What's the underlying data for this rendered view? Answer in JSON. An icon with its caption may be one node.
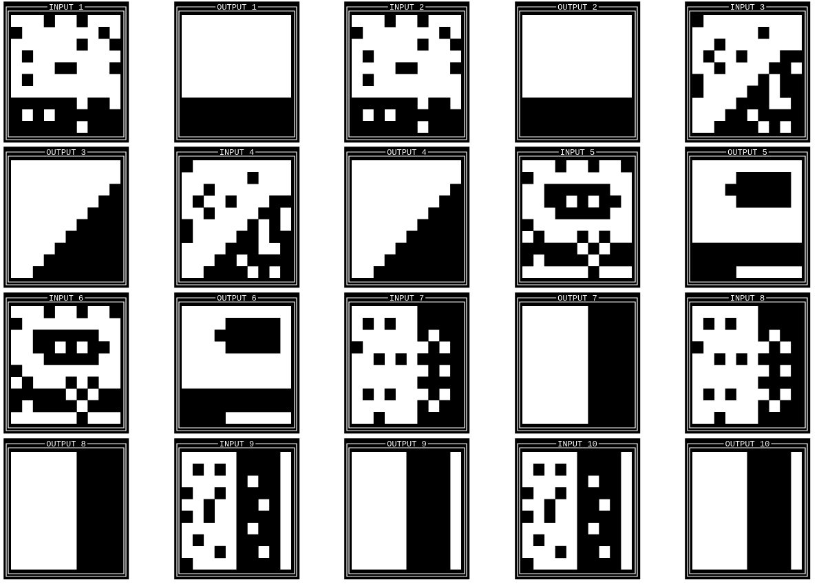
{
  "diagram": {
    "nodes": [
      {
        "text": [
          "INPUT 1"
        ]
      },
      {
        "text": [
          "OUTPUT 1"
        ]
      },
      {
        "text": [
          "INPUT 2"
        ]
      },
      {
        "text": [
          "OUTPUT 2"
        ]
      },
      {
        "text": [
          "INPUT 3"
        ]
      },
      {
        "text": [
          "OUTPUT 3"
        ]
      },
      {
        "text": [
          "INPUT 4"
        ]
      },
      {
        "text": [
          "OUTPUT 4"
        ]
      },
      {
        "text": [
          "INPUT 5"
        ]
      },
      {
        "text": [
          "OUTPUT 5"
        ]
      },
      {
        "text": [
          "INPUT 6"
        ]
      },
      {
        "text": [
          "OUTPUT 6"
        ]
      },
      {
        "text": [
          "INPUT 7"
        ]
      },
      {
        "text": [
          "OUTPUT 7"
        ]
      },
      {
        "text": [
          "INPUT 8"
        ]
      },
      {
        "text": [
          "OUTPUT 8"
        ]
      },
      {
        "text": [
          "INPUT 9"
        ]
      },
      {
        "text": [
          "OUTPUT 9"
        ]
      },
      {
        "text": [
          "INPUT 10"
        ]
      },
      {
        "text": [
          "OUTPUT 10"
        ]
      }
    ]
  }
}
